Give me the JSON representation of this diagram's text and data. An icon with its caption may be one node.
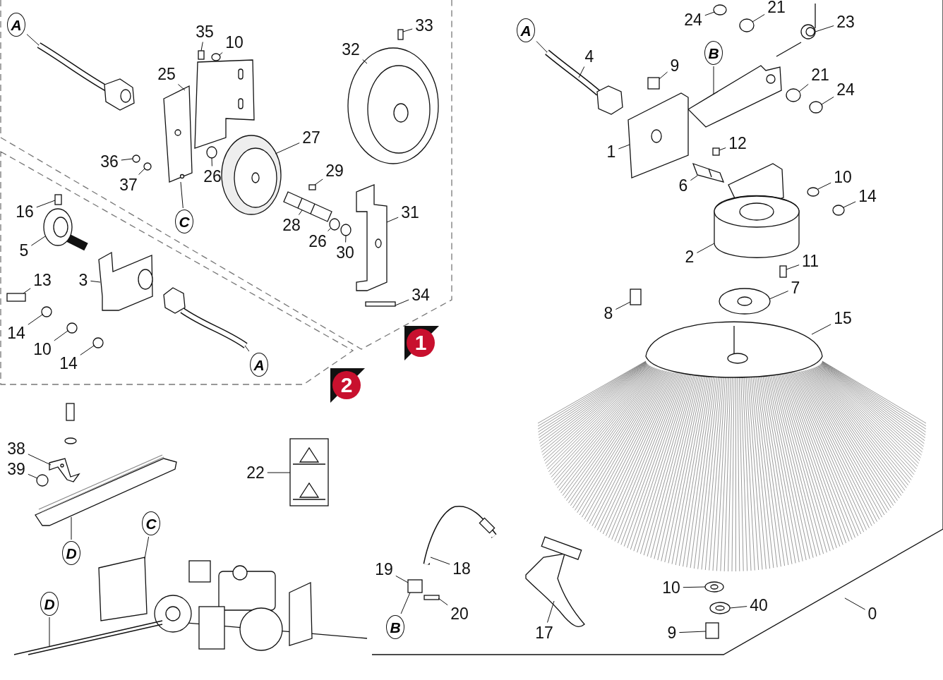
{
  "diagram": {
    "nodes": [
      {
        "text": [
          "A"
        ]
      },
      {
        "text": [
          "35"
        ]
      },
      {
        "text": [
          "10"
        ]
      },
      {
        "text": [
          "25"
        ]
      },
      {
        "text": [
          "32"
        ]
      },
      {
        "text": [
          "33"
        ]
      },
      {
        "text": [
          "36"
        ]
      },
      {
        "text": [
          "37"
        ]
      },
      {
        "text": [
          "26"
        ]
      },
      {
        "text": [
          "27"
        ]
      },
      {
        "text": [
          "29"
        ]
      },
      {
        "text": [
          "28"
        ]
      },
      {
        "text": [
          "26"
        ]
      },
      {
        "text": [
          "30"
        ]
      },
      {
        "text": [
          "31"
        ]
      },
      {
        "text": [
          "34"
        ]
      },
      {
        "text": [
          "C"
        ]
      },
      {
        "text": [
          "16"
        ]
      },
      {
        "text": [
          "5"
        ]
      },
      {
        "text": [
          "13"
        ]
      },
      {
        "text": [
          "3"
        ]
      },
      {
        "text": [
          "14"
        ]
      },
      {
        "text": [
          "10"
        ]
      },
      {
        "text": [
          "14"
        ]
      },
      {
        "text": [
          "A"
        ]
      },
      {
        "text": [
          "1"
        ]
      },
      {
        "text": [
          "2"
        ]
      },
      {
        "text": [
          "38"
        ]
      },
      {
        "text": [
          "39"
        ]
      },
      {
        "text": [
          "22"
        ]
      },
      {
        "text": [
          "D"
        ]
      },
      {
        "text": [
          "C"
        ]
      },
      {
        "text": [
          "D"
        ]
      },
      {
        "text": [
          "A"
        ]
      },
      {
        "text": [
          "4"
        ]
      },
      {
        "text": [
          "24"
        ]
      },
      {
        "text": [
          "21"
        ]
      },
      {
        "text": [
          "B"
        ]
      },
      {
        "text": [
          "9"
        ]
      },
      {
        "text": [
          "23"
        ]
      },
      {
        "text": [
          "21"
        ]
      },
      {
        "text": [
          "24"
        ]
      },
      {
        "text": [
          "1"
        ]
      },
      {
        "text": [
          "12"
        ]
      },
      {
        "text": [
          "6"
        ]
      },
      {
        "text": [
          "10"
        ]
      },
      {
        "text": [
          "14"
        ]
      },
      {
        "text": [
          "2"
        ]
      },
      {
        "text": [
          "11"
        ]
      },
      {
        "text": [
          "8"
        ]
      },
      {
        "text": [
          "7"
        ]
      },
      {
        "text": [
          "15"
        ]
      },
      {
        "text": [
          "19"
        ]
      },
      {
        "text": [
          "18"
        ]
      },
      {
        "text": [
          "20"
        ]
      },
      {
        "text": [
          "B"
        ]
      },
      {
        "text": [
          "17"
        ]
      },
      {
        "text": [
          "10"
        ]
      },
      {
        "text": [
          "40"
        ]
      },
      {
        "text": [
          "9"
        ]
      },
      {
        "text": [
          "0"
        ]
      },
      {
        "text": [],
        "shape": "picture"
      },
      {
        "text": [],
        "shape": "box"
      },
      {
        "text": [],
        "shape": "circle"
      },
      {
        "text": [],
        "shape": "picture"
      },
      {
        "text": [],
        "shape": "picture"
      },
      {
        "text": [],
        "shape": "box"
      },
      {
        "text": [],
        "shape": "circle"
      },
      {
        "text": [],
        "shape": "circle"
      },
      {
        "text": [],
        "shape": "circle"
      },
      {
        "text": [],
        "shape": "picture"
      },
      {
        "text": [],
        "shape": "box"
      },
      {
        "text": [],
        "shape": "picture"
      },
      {
        "text": [],
        "shape": "circle"
      },
      {
        "text": [],
        "shape": "circle"
      },
      {
        "text": [],
        "shape": "picture"
      },
      {
        "text": [],
        "shape": "box"
      },
      {
        "text": [],
        "shape": "box"
      },
      {
        "text": [],
        "shape": "picture"
      },
      {
        "text": [],
        "shape": "box"
      },
      {
        "text": [],
        "shape": "picture"
      },
      {
        "text": [],
        "shape": "circle"
      },
      {
        "text": [],
        "shape": "circle"
      },
      {
        "text": [],
        "shape": "circle"
      },
      {
        "text": [],
        "shape": "picture"
      },
      {
        "text": [],
        "shape": "picture"
      },
      {
        "text": [],
        "shape": "circle"
      },
      {
        "text": [],
        "shape": "picture"
      },
      {
        "text": [],
        "shape": "picture"
      },
      {
        "text": [],
        "shape": "picture"
      },
      {
        "text": [],
        "shape": "picture"
      },
      {
        "text": [],
        "shape": "picture"
      },
      {
        "text": [],
        "shape": "circle"
      },
      {
        "text": [],
        "shape": "circle"
      },
      {
        "text": [],
        "shape": "picture"
      },
      {
        "text": [],
        "shape": "box"
      },
      {
        "text": [],
        "shape": "picture"
      },
      {
        "text": [],
        "shape": "circle"
      },
      {
        "text": [],
        "shape": "circle"
      },
      {
        "text": [],
        "shape": "picture"
      },
      {
        "text": [],
        "shape": "box"
      },
      {
        "text": [],
        "shape": "picture"
      },
      {
        "text": [],
        "shape": "circle"
      },
      {
        "text": [],
        "shape": "circle"
      },
      {
        "text": [],
        "shape": "picture"
      },
      {
        "text": [],
        "shape": "box"
      },
      {
        "text": [],
        "shape": "box"
      },
      {
        "text": [],
        "shape": "picture"
      },
      {
        "text": [],
        "shape": "picture"
      },
      {
        "text": [],
        "shape": "box"
      },
      {
        "text": [],
        "shape": "picture"
      },
      {
        "text": [],
        "shape": "box"
      },
      {
        "text": [],
        "shape": "picture"
      },
      {
        "text": [],
        "shape": "picture"
      },
      {
        "text": [],
        "shape": "picture"
      },
      {
        "text": [],
        "shape": "box"
      },
      {
        "text": [],
        "shape": "picture"
      }
    ],
    "edges": [
      {
        "from": 0,
        "to": 61,
        "arrow": "none"
      },
      {
        "from": 1,
        "to": 62,
        "arrow": "none"
      },
      {
        "from": 2,
        "to": 63,
        "arrow": "none"
      },
      {
        "from": 3,
        "to": 64,
        "arrow": "none"
      },
      {
        "from": 4,
        "to": 65,
        "arrow": "none"
      },
      {
        "from": 5,
        "to": 66,
        "arrow": "none"
      },
      {
        "from": 6,
        "to": 67,
        "arrow": "none"
      },
      {
        "from": 7,
        "to": 68,
        "arrow": "none"
      },
      {
        "from": 8,
        "to": 69,
        "arrow": "none"
      },
      {
        "from": 9,
        "to": 70,
        "arrow": "none"
      },
      {
        "from": 10,
        "to": 71,
        "arrow": "none"
      },
      {
        "from": 11,
        "to": 72,
        "arrow": "none"
      },
      {
        "from": 12,
        "to": 73,
        "arrow": "none"
      },
      {
        "from": 13,
        "to": 74,
        "arrow": "none"
      },
      {
        "from": 14,
        "to": 75,
        "arrow": "none"
      },
      {
        "from": 15,
        "to": 76,
        "arrow": "none"
      },
      {
        "from": 16,
        "to": 64,
        "arrow": "none"
      },
      {
        "from": 17,
        "to": 77,
        "arrow": "none"
      },
      {
        "from": 18,
        "to": 78,
        "arrow": "none"
      },
      {
        "from": 19,
        "to": 79,
        "arrow": "none"
      },
      {
        "from": 20,
        "to": 80,
        "arrow": "none"
      },
      {
        "from": 21,
        "to": 81,
        "arrow": "none"
      },
      {
        "from": 22,
        "to": 82,
        "arrow": "none"
      },
      {
        "from": 23,
        "to": 83,
        "arrow": "none"
      },
      {
        "from": 24,
        "to": 84,
        "arrow": "none"
      },
      {
        "from": 27,
        "to": 85,
        "arrow": "none"
      },
      {
        "from": 28,
        "to": 86,
        "arrow": "none"
      },
      {
        "from": 29,
        "to": 87,
        "arrow": "none"
      },
      {
        "from": 30,
        "to": 88,
        "arrow": "none"
      },
      {
        "from": 31,
        "to": 89,
        "arrow": "none"
      },
      {
        "from": 32,
        "to": 90,
        "arrow": "none"
      },
      {
        "from": 33,
        "to": 91,
        "arrow": "none"
      },
      {
        "from": 34,
        "to": 91,
        "arrow": "none"
      },
      {
        "from": 35,
        "to": 92,
        "arrow": "none"
      },
      {
        "from": 36,
        "to": 93,
        "arrow": "none"
      },
      {
        "from": 37,
        "to": 94,
        "arrow": "none"
      },
      {
        "from": 38,
        "to": 95,
        "arrow": "none"
      },
      {
        "from": 39,
        "to": 96,
        "arrow": "none"
      },
      {
        "from": 40,
        "to": 97,
        "arrow": "none"
      },
      {
        "from": 41,
        "to": 98,
        "arrow": "none"
      },
      {
        "from": 42,
        "to": 99,
        "arrow": "none"
      },
      {
        "from": 43,
        "to": 100,
        "arrow": "none"
      },
      {
        "from": 44,
        "to": 101,
        "arrow": "none"
      },
      {
        "from": 45,
        "to": 102,
        "arrow": "none"
      },
      {
        "from": 46,
        "to": 103,
        "arrow": "none"
      },
      {
        "from": 47,
        "to": 104,
        "arrow": "none"
      },
      {
        "from": 48,
        "to": 105,
        "arrow": "none"
      },
      {
        "from": 49,
        "to": 106,
        "arrow": "none"
      },
      {
        "from": 50,
        "to": 107,
        "arrow": "none"
      },
      {
        "from": 51,
        "to": 108,
        "arrow": "none"
      },
      {
        "from": 52,
        "to": 109,
        "arrow": "none"
      },
      {
        "from": 53,
        "to": 110,
        "arrow": "none"
      },
      {
        "from": 54,
        "to": 111,
        "arrow": "none"
      },
      {
        "from": 55,
        "to": 109,
        "arrow": "none"
      },
      {
        "from": 56,
        "to": 112,
        "arrow": "none"
      },
      {
        "from": 57,
        "to": 113,
        "arrow": "none"
      },
      {
        "from": 58,
        "to": 114,
        "arrow": "none"
      },
      {
        "from": 59,
        "to": 115,
        "arrow": "none"
      },
      {
        "from": 60,
        "to": null,
        "arrow": "none"
      }
    ]
  }
}
